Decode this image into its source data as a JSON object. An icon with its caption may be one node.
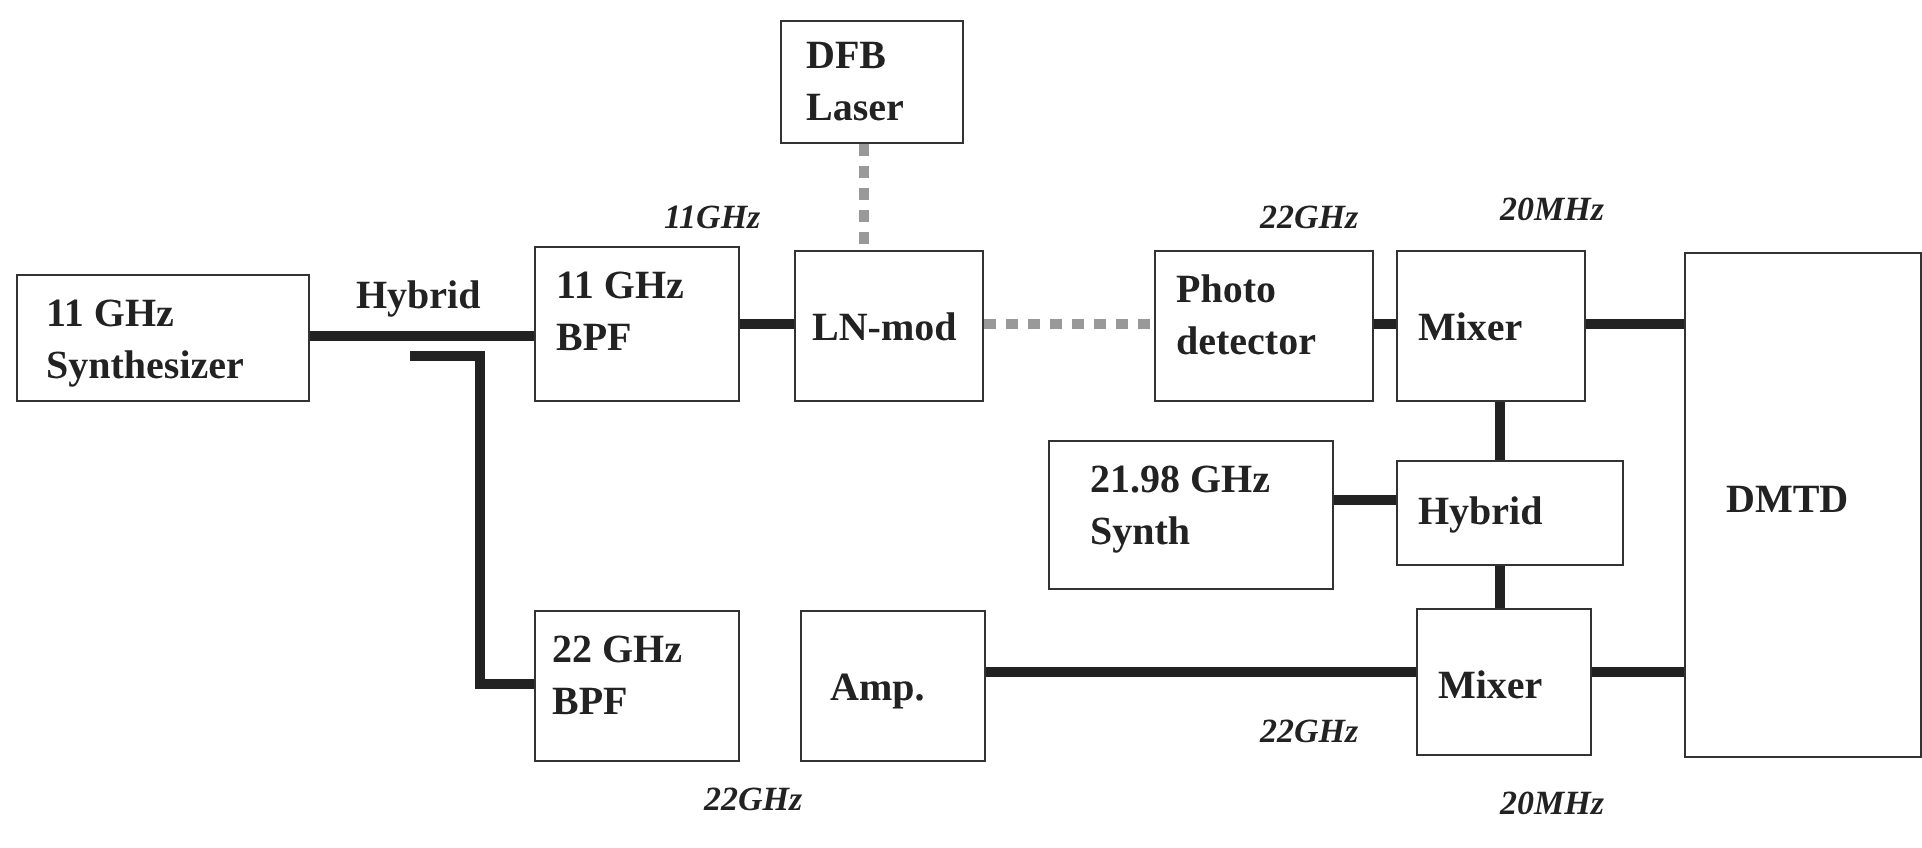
{
  "diagram": {
    "nodes": [
      {
        "text": [
          "11 GHz Synthesizer"
        ]
      },
      {
        "text": [
          "11 GHz BPF"
        ]
      },
      {
        "text": [
          "DFB Laser"
        ]
      },
      {
        "text": [
          "LN-mod"
        ]
      },
      {
        "text": [
          "Photo detector"
        ]
      },
      {
        "text": [
          "Mixer"
        ]
      },
      {
        "text": [
          "21.98 GHz Synth"
        ]
      },
      {
        "text": [
          "Hybrid"
        ]
      },
      {
        "text": [
          "DMTD"
        ]
      },
      {
        "text": [
          "22 GHz BPF"
        ]
      },
      {
        "text": [
          "Amp."
        ]
      },
      {
        "text": [
          "Mixer"
        ]
      }
    ],
    "edges": [
      {
        "from": 0,
        "to": 1,
        "arrow": "none",
        "label": "Hybrid"
      },
      {
        "from": null,
        "to": 9,
        "arrow": "none"
      },
      {
        "from": 1,
        "to": 3,
        "arrow": "none"
      },
      {
        "from": 2,
        "to": 3,
        "arrow": "none",
        "style": "dashed",
        "color": "#999999"
      },
      {
        "from": 3,
        "to": 4,
        "arrow": "none",
        "style": "dashed",
        "color": "#999999"
      },
      {
        "from": 4,
        "to": 5,
        "arrow": "none"
      },
      {
        "from": 5,
        "to": 8,
        "arrow": "none"
      },
      {
        "from": 5,
        "to": 7,
        "arrow": "none"
      },
      {
        "from": 6,
        "to": 7,
        "arrow": "none"
      },
      {
        "from": 7,
        "to": 11,
        "arrow": "none"
      },
      {
        "from": 10,
        "to": 11,
        "arrow": "none"
      },
      {
        "from": 11,
        "to": 8,
        "arrow": "none"
      }
    ],
    "labels": [
      "11GHz",
      "22GHz",
      "20MHz",
      "22GHz",
      "22GHz",
      "20MHz"
    ]
  }
}
